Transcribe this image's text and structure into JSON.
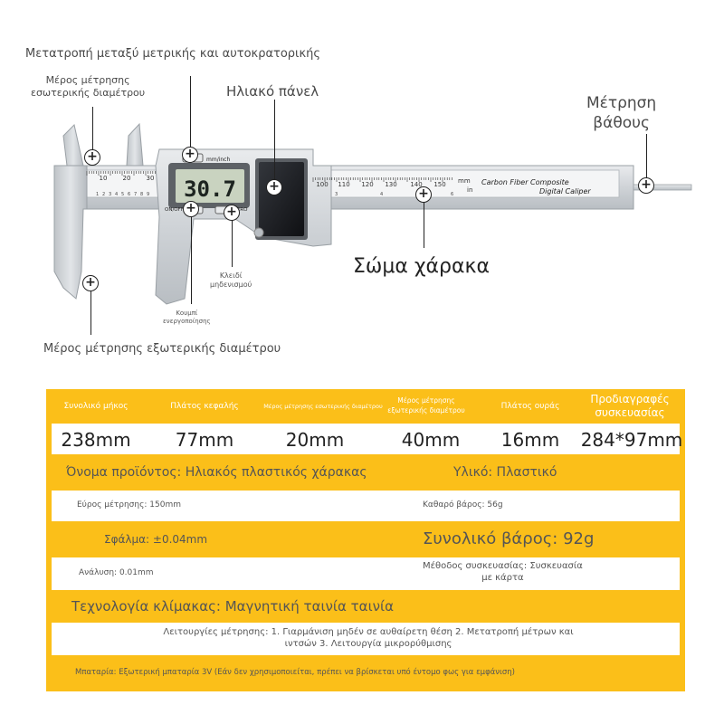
{
  "callouts": {
    "conversion": "Μετατροπή μεταξύ μετρικής και αυτοκρατορικής",
    "inner_jaw": "Μέρος μέτρησης\nεσωτερικής διαμέτρου",
    "solar_panel": "Ηλιακό πάνελ",
    "depth": "Μέτρηση\nβάθους",
    "ruler_body": "Σώμα χάρακα",
    "zero_key": "Κλειδί\nμηδενισμού",
    "power_button": "Κουμπί\nενεργοποίησης",
    "outer_jaw": "Μέρος μέτρησης εξωτερικής διαμέτρου"
  },
  "device": {
    "lcd_value": "30.7",
    "unit_toggle": "mm/inch",
    "on_off": "ON/OFF",
    "zero": "ZERO",
    "brand_line1": "Carbon Fiber Composite",
    "brand_line2": "Digital Caliper",
    "scale_unit_mm": "mm",
    "scale_unit_in": "in",
    "main_scale_left": [
      "10",
      "20",
      "30"
    ],
    "main_scale_right": [
      "100",
      "110",
      "120",
      "130",
      "140",
      "150"
    ],
    "inch_scale_left": [
      "1",
      "2",
      "3",
      "4",
      "5",
      "6",
      "7",
      "8",
      "9"
    ],
    "inch_scale_right": [
      "3",
      "4",
      "5",
      "6"
    ]
  },
  "specs": {
    "headers": [
      "Συνολικό μήκος",
      "Πλάτος κεφαλής",
      "Μέρος μέτρησης εσωτερικής διαμέτρου",
      "Μέρος μέτρησης\nεξωτερικής διαμέτρου",
      "Πλάτος ουράς",
      "Προδιαγραφές\nσυσκευασίας"
    ],
    "values": [
      "238mm",
      "77mm",
      "20mm",
      "40mm",
      "16mm",
      "284*97mm"
    ],
    "product_name": "Όνομα προϊόντος: Ηλιακός πλαστικός χάρακας",
    "material": "Υλικό: Πλαστικό",
    "range": "Εύρος μέτρησης: 150mm",
    "net_weight": "Καθαρό βάρος: 56g",
    "error": "Σφάλμα: ±0.04mm",
    "total_weight": "Συνολικό βάρος: 92g",
    "resolution": "Ανάλυση: 0.01mm",
    "packaging": "Μέθοδος συσκευασίας: Συσκευασία\nμε κάρτα",
    "technology": "Τεχνολογία κλίμακας: Μαγνητική ταινία ταινία",
    "functions": "Λειτουργίες μέτρησης: 1. Γιαρμάνιση μηδέν σε αυθαίρετη θέση 2. Μετατροπή μέτρων και\nιντσών 3. Λειτουργία μικρορύθμισης",
    "battery": "Μπαταρία: Εξωτερική μπαταρία 3V (Εάν δεν χρησιμοποιείται, πρέπει να βρίσκεται υπό έντομο φως για εμφάνιση)"
  },
  "colors": {
    "table_yellow": "#fbbf19",
    "caliper_body": "#d3d6d9",
    "lcd_green": "#c9d3c0",
    "solar_dark": "#1c1e22"
  }
}
